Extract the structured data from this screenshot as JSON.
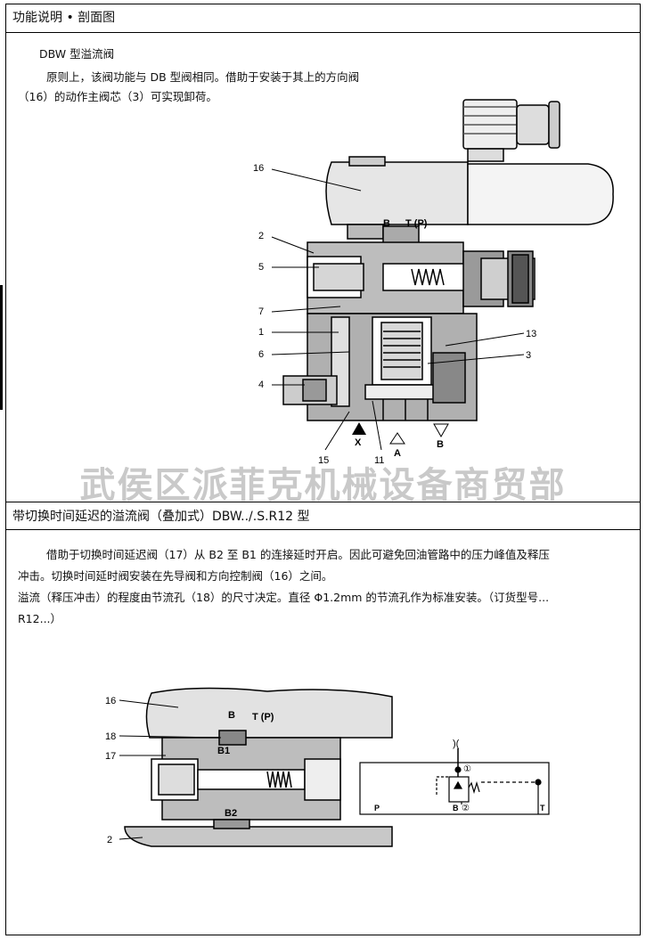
{
  "section1": {
    "title": "功能说明 • 剖面图",
    "subtitle": "DBW 型溢流阀",
    "para_line1": "原则上，该阀功能与 DB 型阀相同。借助于安装于其上的方向阀",
    "para_line2": "（16）的动作主阀芯（3）可实现卸荷。",
    "figure1": {
      "labels": {
        "16": "16",
        "2": "2",
        "5": "5",
        "7": "7",
        "1": "1",
        "6": "6",
        "4": "4",
        "13": "13",
        "3": "3",
        "15": "15",
        "11": "11"
      },
      "ports": {
        "B": "B",
        "TP": "T (P)",
        "X": "X",
        "A": "A",
        "B_bottom": "B"
      }
    }
  },
  "watermark": "武侯区派菲克机械设备商贸部",
  "section2": {
    "title": "带切换时间延迟的溢流阀（叠加式）DBW../.S.R12 型",
    "para_line1": "借助于切换时间延迟阀（17）从 B2 至 B1 的连接延时开启。因此可避免回油管路中的压力峰值及释压",
    "para_line2": "冲击。切换时间延时阀安装在先导阀和方向控制阀（16）之间。",
    "para_line3": "溢流（释压冲击）的程度由节流孔（18）的尺寸决定。直径 Φ1.2mm 的节流孔作为标准安装。（订货型号...",
    "para_line4": "R12...）",
    "figure2": {
      "labels": {
        "16": "16",
        "18": "18",
        "17": "17",
        "2": "2"
      },
      "ports": {
        "B": "B",
        "TP": "T (P)",
        "B1": "B1",
        "B2": "B2"
      }
    },
    "schematic": {
      "orifice": ")(",
      "circle1": "①",
      "circle2": "②",
      "P": "P",
      "B": "B",
      "T": "T"
    }
  }
}
